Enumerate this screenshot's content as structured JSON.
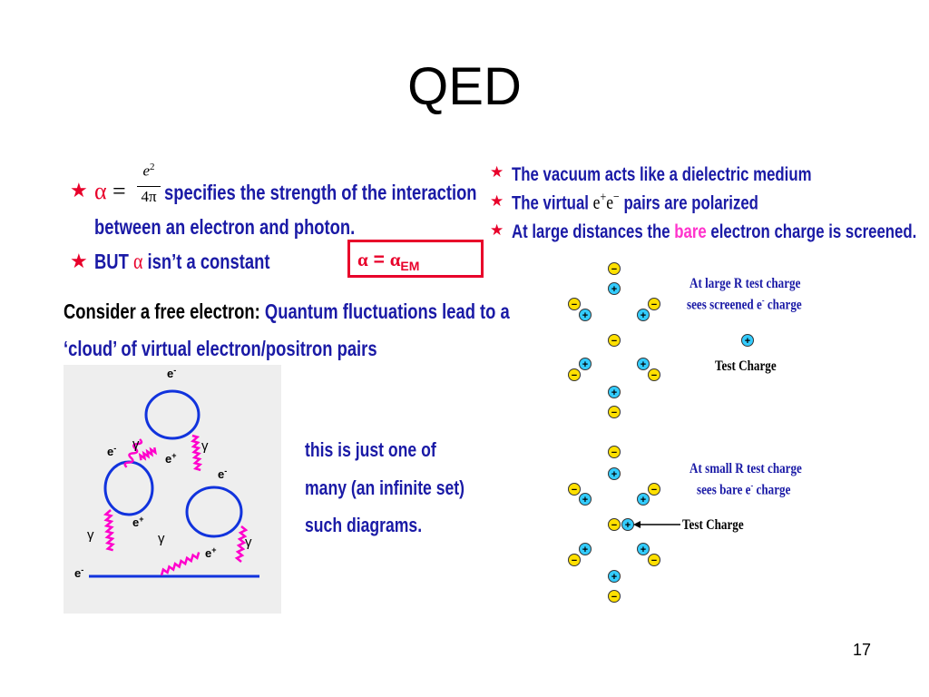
{
  "slide": {
    "title": "QED",
    "page_number": "17"
  },
  "left": {
    "bullet1": {
      "alpha": "α",
      "equals": "=",
      "frac_num_base": "e",
      "frac_num_exp": "2",
      "frac_den": "4π",
      "line1": "specifies the strength of the interaction",
      "line2": "between an electron and photon."
    },
    "bullet2": {
      "pre": "BUT",
      "alpha": "α",
      "post": "isn’t a constant"
    },
    "alpha_box": {
      "lhs": "α",
      "eq": "=",
      "rhs": "α",
      "sub": "EM"
    },
    "para": {
      "lead": "Consider a free electron:",
      "rest1": "Quantum fluctuations lead to a",
      "rest2": "‘cloud’ of virtual electron/positron pairs"
    },
    "diagram_note": {
      "line1": "this  is  just  one  of",
      "line2": "many  (an  infinite  set)",
      "line3": "such diagrams."
    },
    "feynman_labels": {
      "e_minus": "e",
      "e_plus": "e",
      "minus_sup": "-",
      "plus_sup": "+",
      "gamma": "γ"
    }
  },
  "right": {
    "bullets": [
      {
        "text": "The vacuum acts like a dielectric medium"
      },
      {
        "pre": "The virtual",
        "pair_e1": "e",
        "pair_p": "+",
        "pair_e2": "e",
        "pair_m": "−",
        "post": "pairs are polarized"
      },
      {
        "pre": "At large distances the",
        "highlight": "bare",
        "post": "electron charge is screened."
      }
    ],
    "upper": {
      "caption1": "At large R test charge",
      "caption2_pre": "sees screened e",
      "caption2_sup": "-",
      "caption2_post": "charge",
      "test_label": "Test Charge"
    },
    "lower": {
      "caption1": "At small R test charge",
      "caption2_pre": "sees bare e",
      "caption2_sup": "-",
      "caption2_post": "charge",
      "test_label": "Test Charge"
    },
    "charge_symbols": {
      "minus": "−",
      "plus": "+"
    },
    "colors": {
      "minus_fill": "#ffe000",
      "plus_fill": "#33ccff",
      "accent_red": "#e8002a",
      "text_blue": "#1a1aa6",
      "highlight": "#ff33cc",
      "photon": "#ff00cc",
      "loop": "#1133dd"
    }
  }
}
